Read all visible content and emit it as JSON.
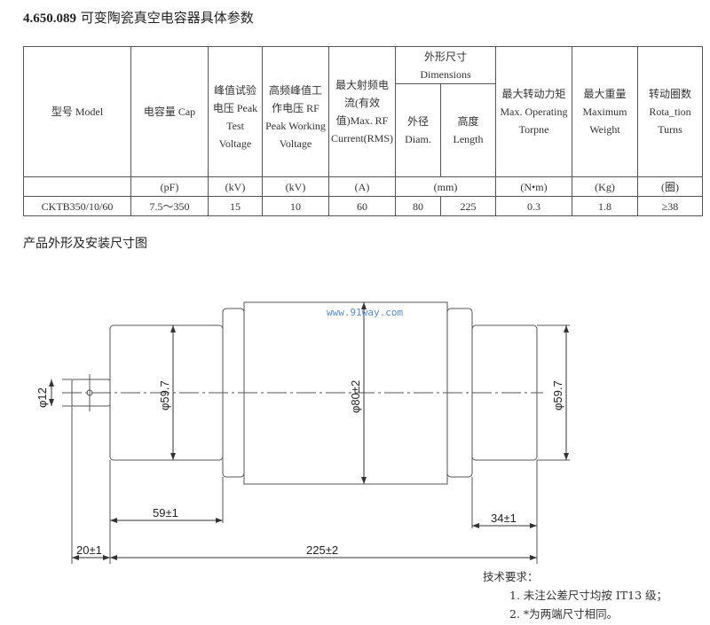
{
  "title": {
    "code": "4.650.089",
    "text": "可变陶瓷真空电容器具体参数"
  },
  "table": {
    "headers": {
      "model": "型号 Model",
      "cap": "电容量 Cap",
      "peak_test": "峰值试验电压 Peak Test Voltage",
      "rf_peak": "高频峰值工作电压 RF Peak Working Voltage",
      "rf_current": "最大射频电流(有效值)Max. RF Current(RMS)",
      "dimensions": "外形尺寸 Dimensions",
      "diam": "外径 Diam.",
      "length": "高度 Length",
      "torque": "最大转动力矩 Max. Operating Torpne",
      "weight": "最大重量 Maximum Weight",
      "turns": "转动圈数 Rota_tion Turns"
    },
    "units": [
      "(pF)",
      "(kV)",
      "(kV)",
      "(A)",
      "(mm)",
      "(N•m)",
      "(Kg)",
      "(圈)"
    ],
    "row": [
      "CKTB350/10/60",
      "7.5～350",
      "15",
      "10",
      "60",
      "80",
      "225",
      "0.3",
      "1.8",
      "≥38"
    ]
  },
  "section_title": "产品外形及安装尺寸图",
  "drawing": {
    "watermark": "www.91way.com",
    "dims": {
      "shaft_dia": "φ12",
      "end_dia_left": "φ59.7",
      "body_dia": "φ80±2",
      "end_dia_right": "φ59.7",
      "left_len": "59±1",
      "right_len": "34±1",
      "shaft_len": "20±1",
      "total_len": "225±2"
    }
  },
  "notes": {
    "heading": "技术要求：",
    "items": [
      "1. 未注公差尺寸均按 IT13 级；",
      "2. *为两端尺寸相同。"
    ]
  }
}
